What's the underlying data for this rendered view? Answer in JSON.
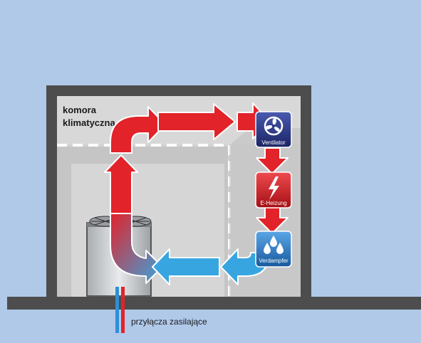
{
  "chamber": {
    "label_line1": "komora",
    "label_line2": "klimatyczna"
  },
  "components": [
    {
      "label": "Ventilator",
      "icon": "fan-icon",
      "color": "#23307a"
    },
    {
      "label": "E-Heizung",
      "icon": "lightning-icon",
      "color": "#c4161c"
    },
    {
      "label": "Verdampfer",
      "icon": "water-drops-icon",
      "color": "#1e70b8"
    }
  ],
  "supply": {
    "label": "przyłącza zasilające"
  },
  "colors": {
    "background": "#b0c9e9",
    "wall": "#4d4d4d",
    "chamber_fill": "#d3d3d3",
    "hot_air": "#e2232a",
    "cold_air": "#37a6e0"
  }
}
